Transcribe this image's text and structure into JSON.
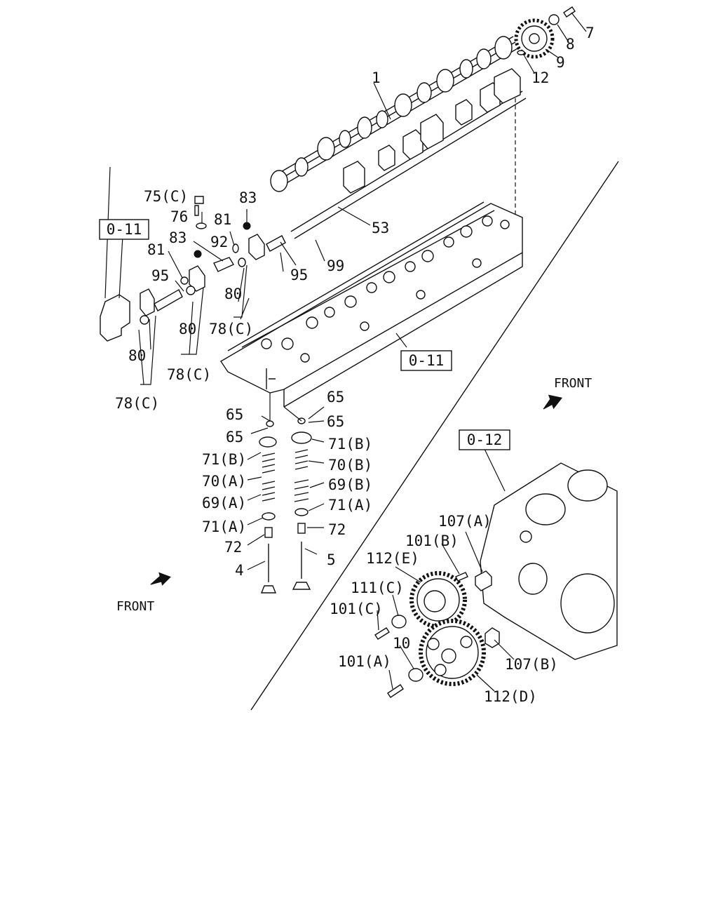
{
  "refs": {
    "r011_a": "0-11",
    "r011_b": "0-11",
    "r012": "0-12"
  },
  "front": {
    "right": "FRONT",
    "left": "FRONT"
  },
  "labels": {
    "l1": "1",
    "l7": "7",
    "l8": "8",
    "l9": "9",
    "l12": "12",
    "l53": "53",
    "l99": "99",
    "l95a": "95",
    "l95b": "95",
    "l75c": "75(C)",
    "l76": "76",
    "l83a": "83",
    "l83b": "83",
    "l81a": "81",
    "l81b": "81",
    "l92": "92",
    "l80a": "80",
    "l80b": "80",
    "l80c": "80",
    "l78ca": "78(C)",
    "l78cb": "78(C)",
    "l78cc": "78(C)",
    "l65a": "65",
    "l65b": "65",
    "l65c": "65",
    "l65d": "65",
    "l71ba": "71(B)",
    "l71bb": "71(B)",
    "l70a": "70(A)",
    "l70b": "70(B)",
    "l69a": "69(A)",
    "l69b": "69(B)",
    "l71aa": "71(A)",
    "l71ab": "71(A)",
    "l72a": "72",
    "l72b": "72",
    "l4": "4",
    "l5": "5",
    "l107a": "107(A)",
    "l107b": "107(B)",
    "l101a": "101(A)",
    "l101b": "101(B)",
    "l101c": "101(C)",
    "l112e": "112(E)",
    "l112d": "112(D)",
    "l111c": "111(C)",
    "l10": "10"
  }
}
